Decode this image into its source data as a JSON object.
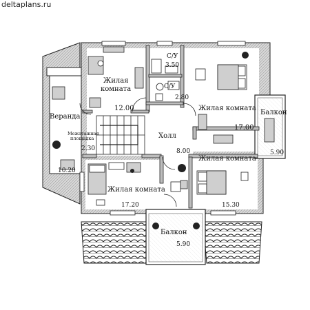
{
  "site": "deltaplans.ru",
  "rooms": {
    "living_nw": {
      "name_line1": "Жилая",
      "name_line2": "комната",
      "area": "12.00"
    },
    "bath_top": {
      "name": "С/У",
      "area": "3.50"
    },
    "bath_mid": {
      "name": "С/У",
      "area": "2.80"
    },
    "living_ne": {
      "name": "Жилая комната",
      "area": "17.00"
    },
    "balcony_e": {
      "name": "Балкон",
      "area": "5.90"
    },
    "veranda": {
      "name": "Веранда",
      "area": "10.20"
    },
    "landing": {
      "name_line1": "Межэтажная",
      "name_line2": "площадка",
      "area": "2.30"
    },
    "hall": {
      "name": "Холл",
      "area": "8.00"
    },
    "living_se": {
      "name": "Жилая комната",
      "area": "15.30"
    },
    "living_sw": {
      "name": "Жилая комната",
      "area": "17.20"
    },
    "balcony_s": {
      "name": "Балкон",
      "area": "5.90"
    }
  }
}
